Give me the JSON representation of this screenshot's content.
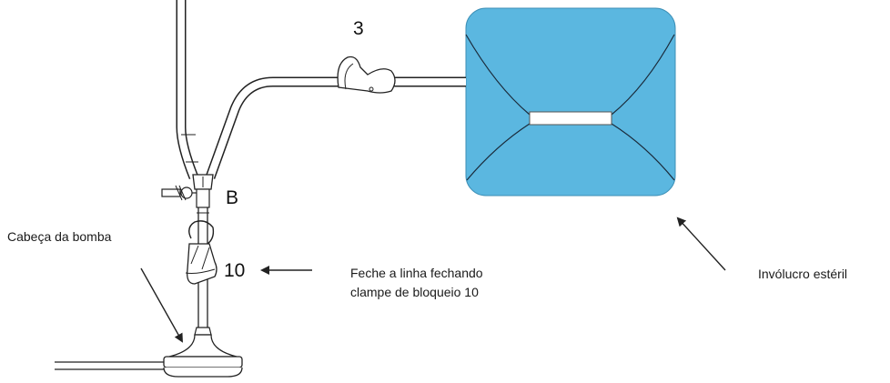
{
  "labels": {
    "clamp_3": "3",
    "junction_b": "B",
    "clamp_10": "10",
    "pump_head": "Cabeça da bomba",
    "close_line_1": "Feche a linha fechando",
    "close_line_2": "clampe de bloqueio 10",
    "sterile_wrap": "Invólucro estéril"
  },
  "colors": {
    "bag_fill": "#5bb7e0",
    "line": "#222222",
    "tube_fill": "#ffffff"
  }
}
